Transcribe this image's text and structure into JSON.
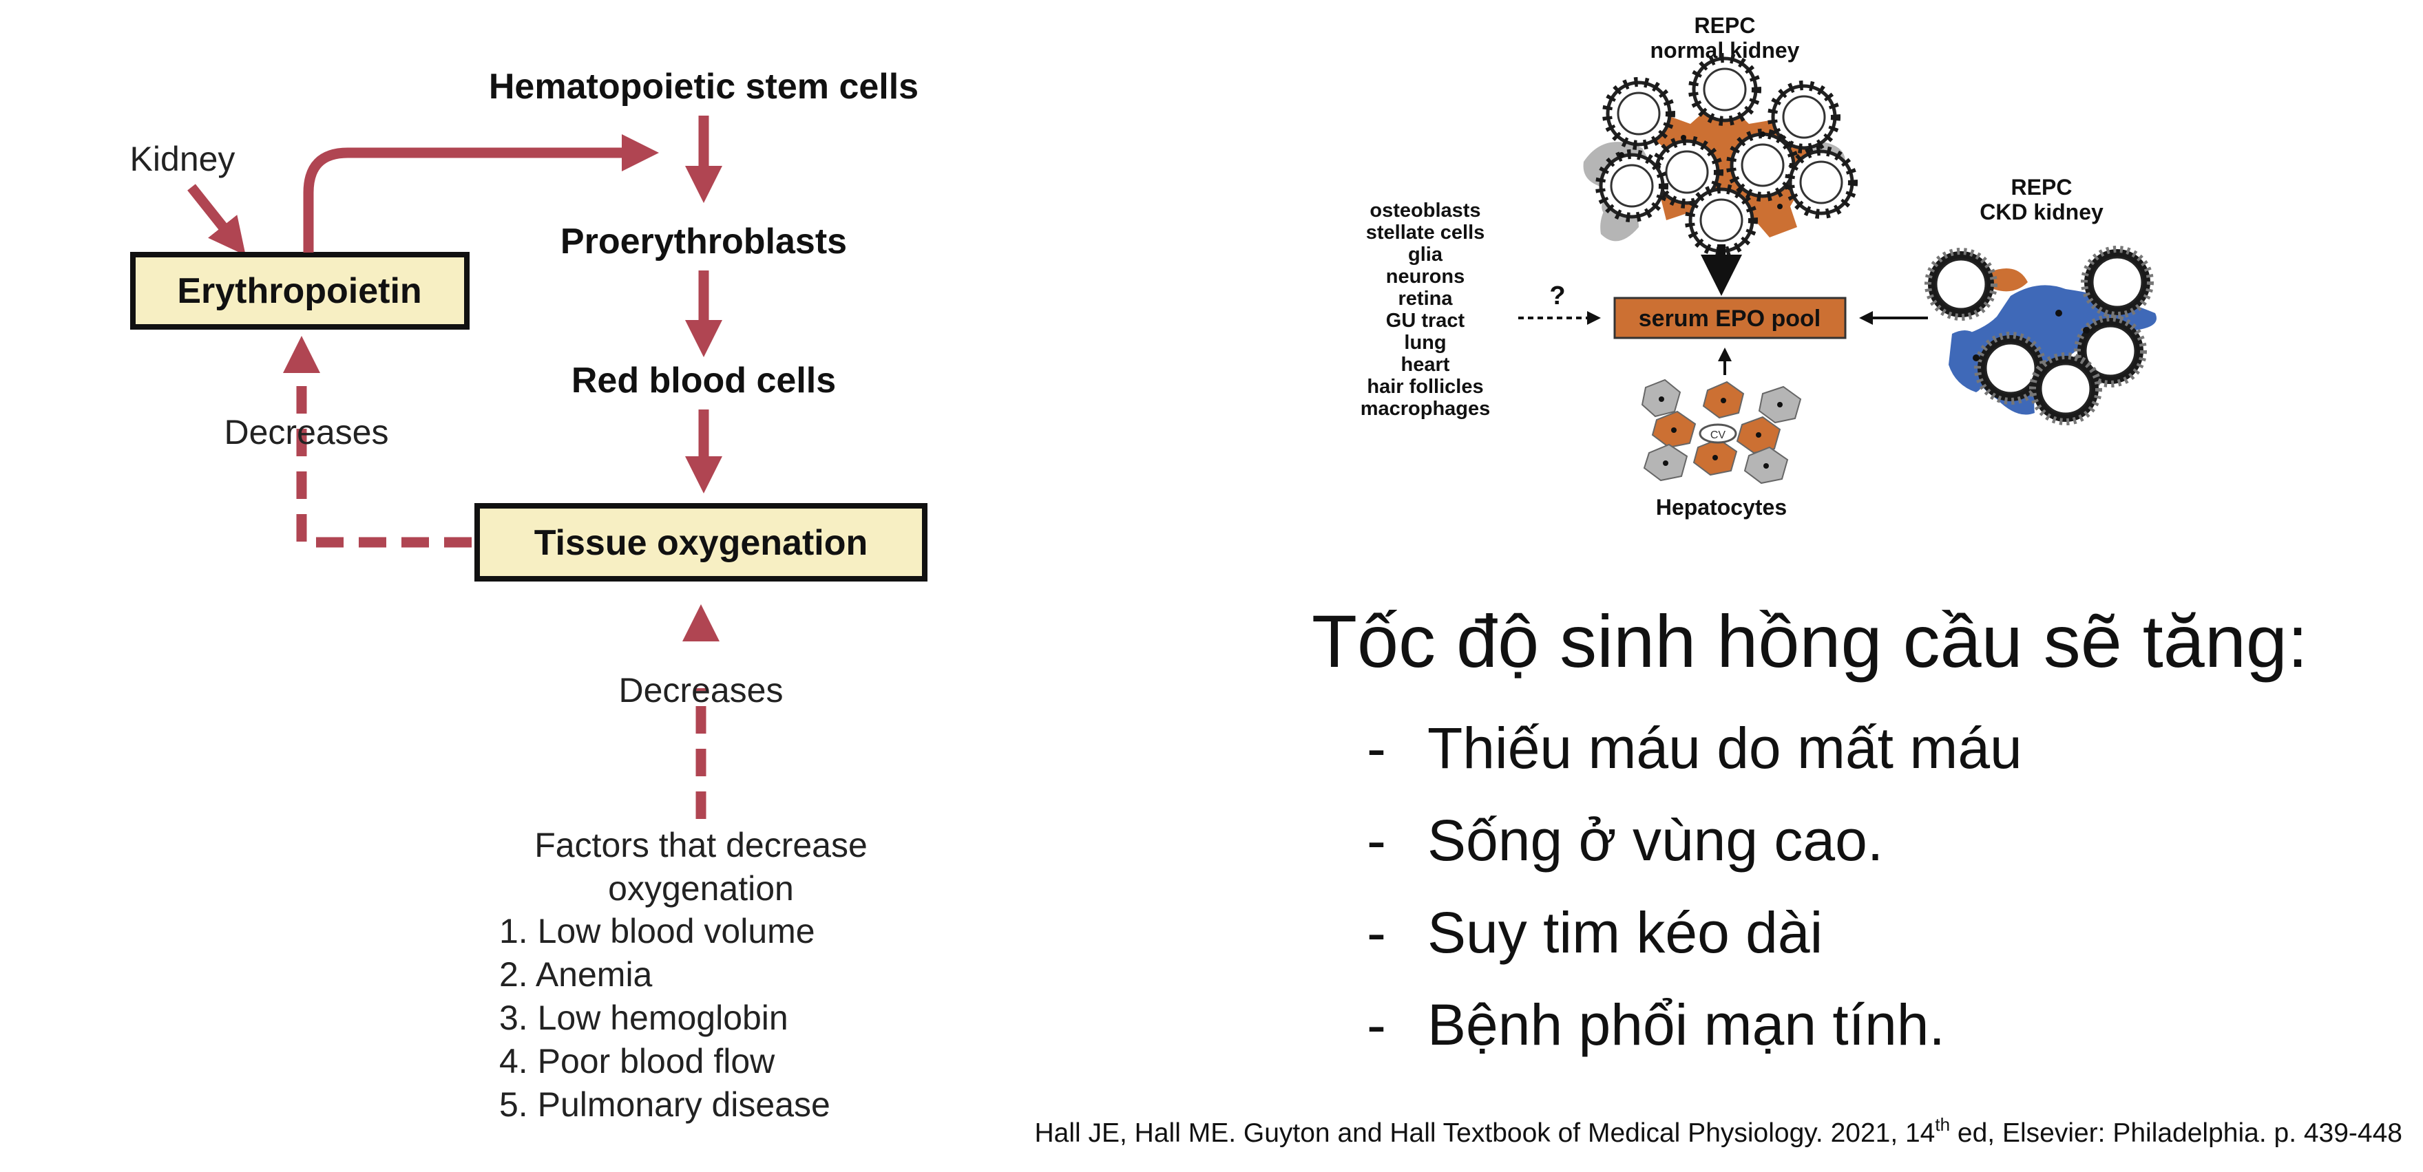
{
  "left": {
    "kidney": "Kidney",
    "erythropoietin": "Erythropoietin",
    "hsc": "Hematopoietic stem cells",
    "proerythroblasts": "Proerythroblasts",
    "rbc": "Red blood cells",
    "tissue_oxygenation": "Tissue oxygenation",
    "decreases_top": "Decreases",
    "decreases_bottom": "Decreases",
    "factors_title_line1": "Factors that decrease",
    "factors_title_line2": "oxygenation",
    "factors": [
      "1. Low blood volume",
      "2. Anemia",
      "3. Low hemoglobin",
      "4. Poor blood flow",
      "5. Pulmonary disease"
    ]
  },
  "right": {
    "repc_normal_line1": "REPC",
    "repc_normal_line2": "normal kidney",
    "repc_ckd_line1": "REPC",
    "repc_ckd_line2": "CKD kidney",
    "serum_pool": "serum EPO pool",
    "question": "?",
    "cv": "CV",
    "hepatocytes": "Hepatocytes",
    "sources": [
      "osteoblasts",
      "stellate cells",
      "glia",
      "neurons",
      "retina",
      "GU tract",
      "lung",
      "heart",
      "hair follicles",
      "macrophages"
    ]
  },
  "text": {
    "heading": "Tốc độ sinh hồng cầu sẽ tăng:",
    "bullets": [
      "Thiếu máu do mất máu",
      "Sống ở vùng cao.",
      "Suy tim kéo dài",
      "Bệnh phổi mạn tính."
    ],
    "dash": "-"
  },
  "citation": {
    "before_sup": "Hall JE, Hall ME. Guyton and Hall Textbook of Medical Physiology. 2021, 14",
    "sup": "th",
    "after_sup": " ed, Elsevier: Philadelphia. p. 439-448"
  },
  "colors": {
    "arrow": "#b04552",
    "box_fill": "#f7efc3",
    "epo_orange": "#cc7033",
    "ckd_blue": "#3f69b8",
    "gray_cell": "#b5b5b5"
  }
}
